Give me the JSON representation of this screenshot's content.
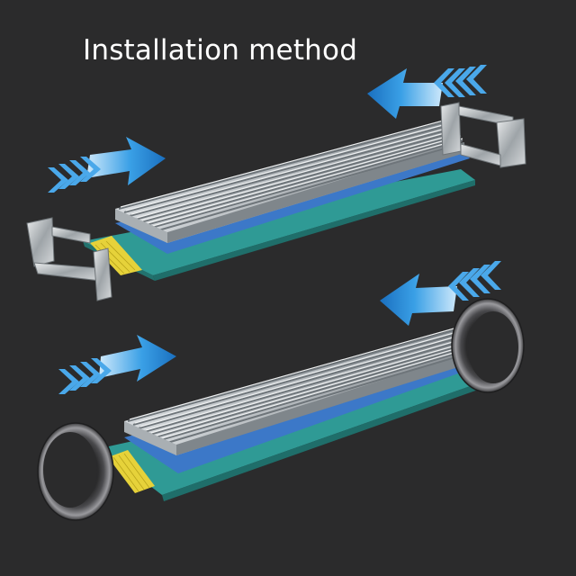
{
  "title": "Installation method",
  "assemblies": [
    {
      "name": "clip-mount",
      "fastener": "metal-clip"
    },
    {
      "name": "ring-mount",
      "fastener": "rubber-ring"
    }
  ],
  "colors": {
    "background": "#2b2b2c",
    "arrow": "#2a8fdc",
    "heatsink": "#b9bec2",
    "pcb": "#2f9a95",
    "thermal_pad": "#3c78c8",
    "contacts": "#e6d23a",
    "ring": "#3a3a3c"
  }
}
